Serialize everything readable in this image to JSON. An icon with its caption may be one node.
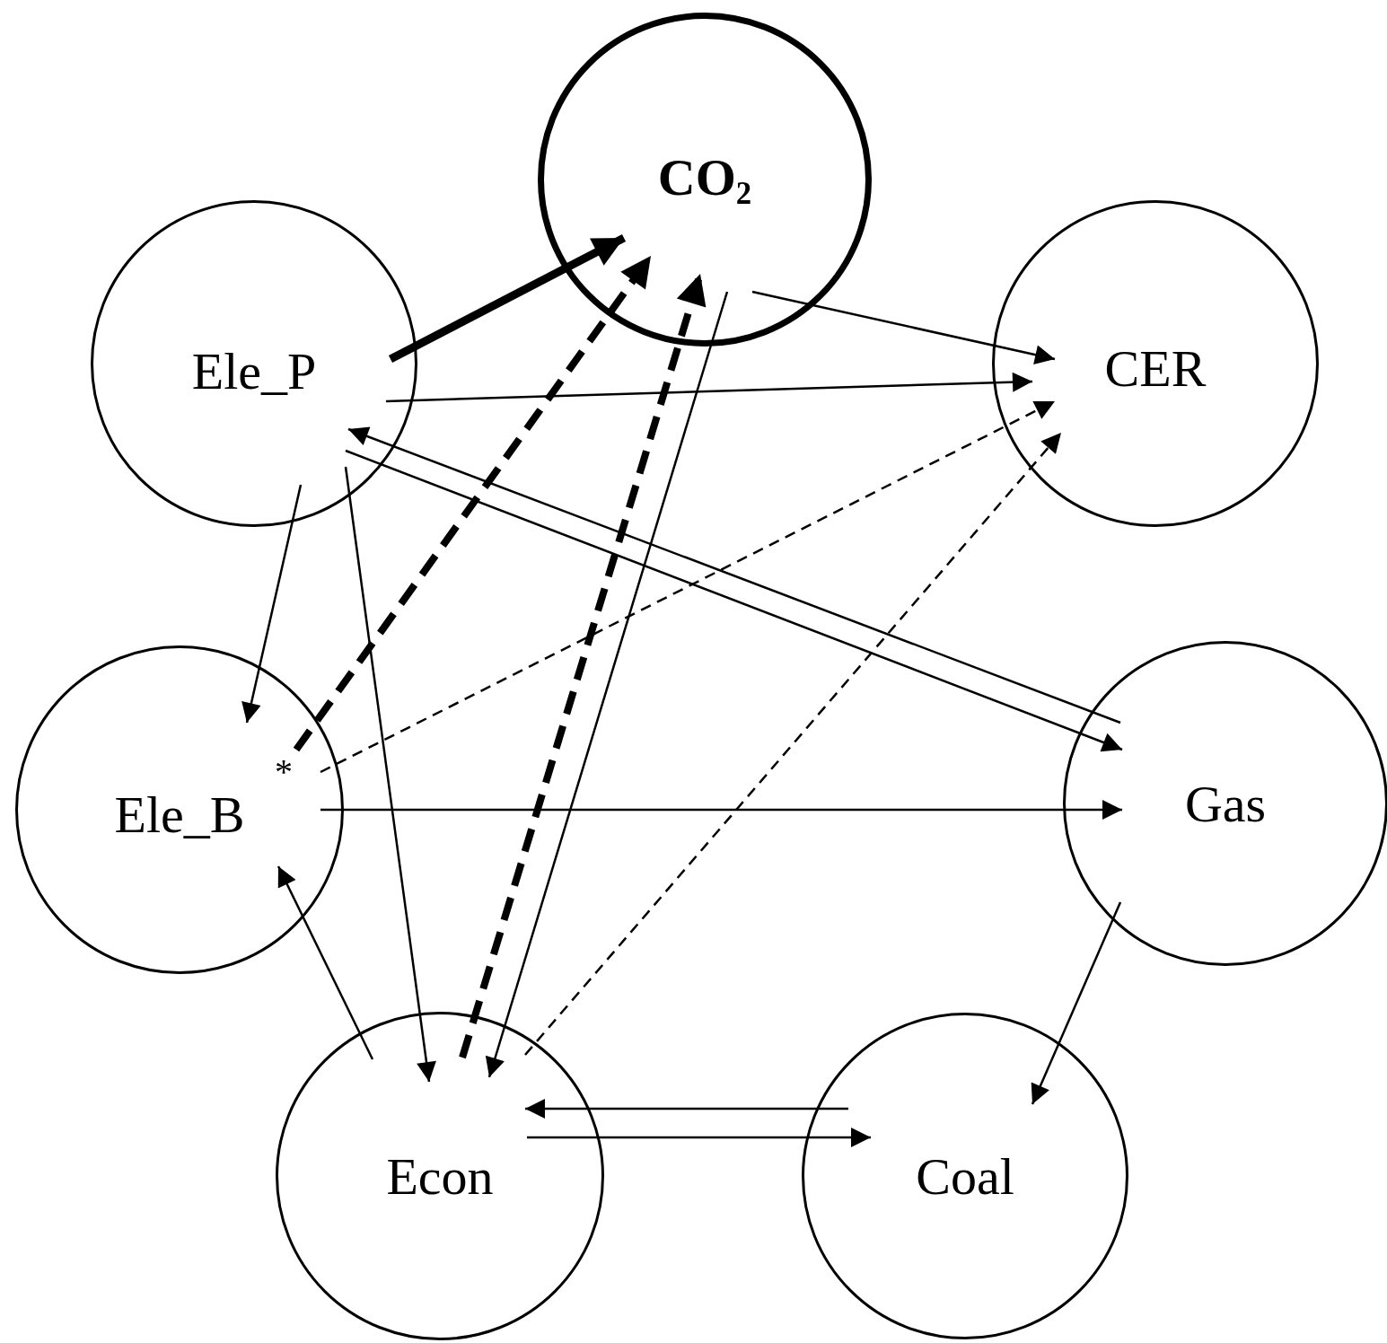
{
  "diagram": {
    "nodes": [
      {
        "text": [
          "CO$_{2}$"
        ]
      },
      {
        "text": [
          "Ele_P"
        ]
      },
      {
        "text": [
          "CER"
        ]
      },
      {
        "text": [
          "Ele_B"
        ]
      },
      {
        "text": [
          "Gas"
        ]
      },
      {
        "text": [
          "Econ"
        ]
      },
      {
        "text": [
          "Coal"
        ]
      }
    ],
    "edges": [
      {
        "from": 1,
        "to": 0,
        "arrow": "to",
        "style": "thick"
      },
      {
        "from": 3,
        "to": 0,
        "arrow": "to",
        "style": "dashed"
      },
      {
        "from": 5,
        "to": 0,
        "arrow": "to",
        "style": "dashed"
      },
      {
        "from": 0,
        "to": 5,
        "arrow": "to"
      },
      {
        "from": 0,
        "to": 2,
        "arrow": "to"
      },
      {
        "from": 1,
        "to": 2,
        "arrow": "to"
      },
      {
        "from": 3,
        "to": 2,
        "arrow": "to",
        "style": "dashed"
      },
      {
        "from": 5,
        "to": 2,
        "arrow": "to",
        "style": "dashed"
      },
      {
        "from": 4,
        "to": 1,
        "arrow": "to"
      },
      {
        "from": 1,
        "to": 4,
        "arrow": "to"
      },
      {
        "from": 1,
        "to": 3,
        "arrow": "to"
      },
      {
        "from": 1,
        "to": 5,
        "arrow": "to"
      },
      {
        "from": 3,
        "to": 4,
        "arrow": "to"
      },
      {
        "from": 5,
        "to": 3,
        "arrow": "to"
      },
      {
        "from": 4,
        "to": 6,
        "arrow": "to"
      },
      {
        "from": 6,
        "to": 5,
        "arrow": "to"
      },
      {
        "from": 5,
        "to": 6,
        "arrow": "to"
      }
    ],
    "labels": [
      "*"
    ]
  }
}
